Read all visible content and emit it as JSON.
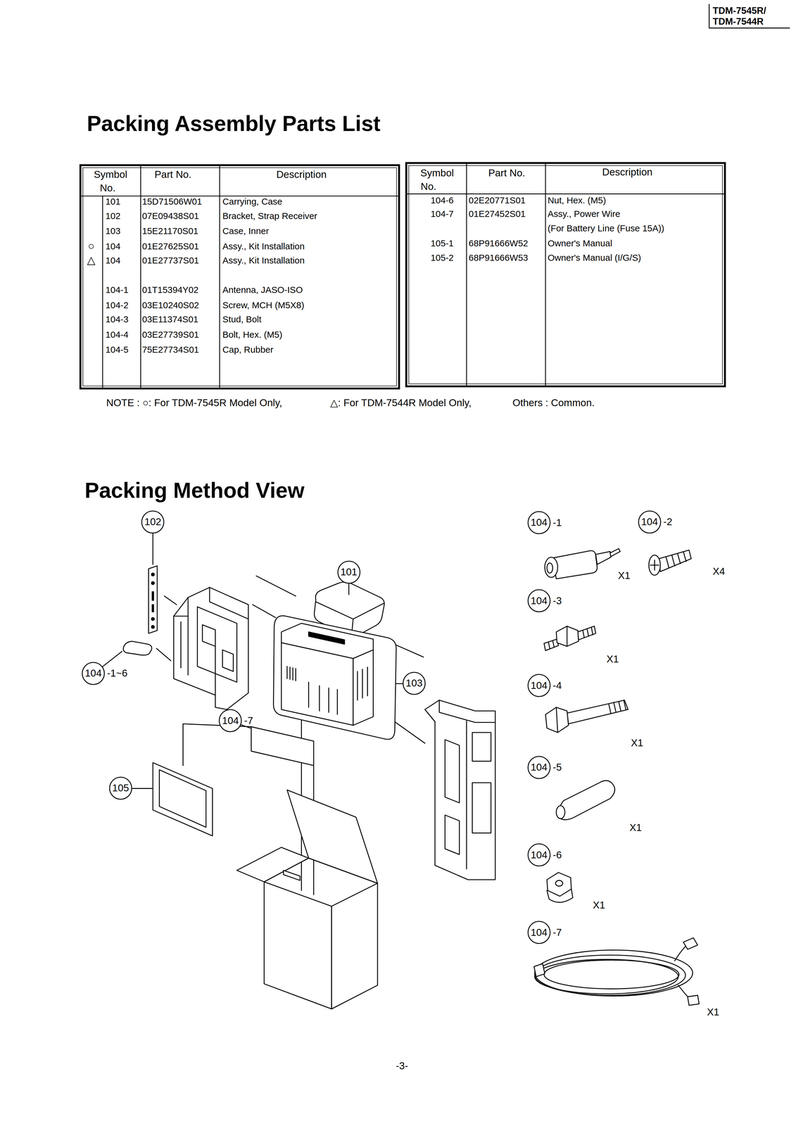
{
  "diagram": {
    "title": "Packing Assembly Parts List",
    "nodes": [
      {
        "text": [
          "102"
        ]
      },
      {
        "text": [
          "101"
        ]
      },
      {
        "text": [
          "104",
          "-1~6"
        ]
      },
      {
        "text": [
          "103"
        ]
      },
      {
        "text": [
          "104",
          "-7"
        ]
      },
      {
        "text": [
          "105"
        ]
      },
      {
        "text": [
          "104",
          "-1"
        ]
      },
      {
        "text": [
          "104",
          "-2"
        ]
      },
      {
        "text": [
          "104",
          "-3"
        ]
      },
      {
        "text": [
          "104",
          "-4"
        ]
      },
      {
        "text": [
          "104",
          "-5"
        ]
      },
      {
        "text": [
          "104",
          "-6"
        ]
      },
      {
        "text": [
          "104",
          "-7"
        ]
      }
    ],
    "labels": [
      "TDM-7545R/",
      "TDM-7544R",
      "Symbol",
      "No.",
      "Part No.",
      "Description",
      "101",
      "15D71506W01",
      "Carrying, Case",
      "102",
      "07E09438S01",
      "Bracket, Strap Receiver",
      "103",
      "15E21170S01",
      "Case, Inner",
      "○",
      "104",
      "01E27625S01",
      "Assy., Kit Installation",
      "△",
      "104",
      "01E27737S01",
      "Assy., Kit Installation",
      "104-1",
      "01T15394Y02",
      "Antenna, JASO-ISO",
      "104-2",
      "03E10240S02",
      "Screw, MCH (M5X8)",
      "104-3",
      "03E11374S01",
      "Stud, Bolt",
      "104-4",
      "03E27739S01",
      "Bolt, Hex. (M5)",
      "104-5",
      "75E27734S01",
      "Cap, Rubber",
      "Symbol",
      "No.",
      "Part No.",
      "Description",
      "104-6",
      "02E20771S01",
      "Nut, Hex. (M5)",
      "104-7",
      "01E27452S01",
      "Assy., Power Wire",
      "(For Battery Line (Fuse 15A))",
      "105-1",
      "68P91666W52",
      "Owner's Manual",
      "105-2",
      "68P91666W53",
      "Owner's Manual (I/G/S)",
      "NOTE : ○: For TDM-7545R Model Only,",
      "△: For TDM-7544R Model Only,",
      "Others : Common.",
      "Packing Method View",
      "X1",
      "X4",
      "X1",
      "X1",
      "X1",
      "X1",
      "X1",
      "-3-"
    ]
  }
}
